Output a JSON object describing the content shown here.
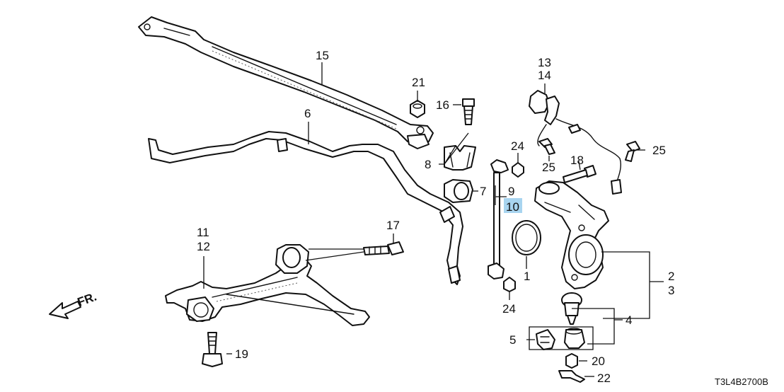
{
  "callouts": {
    "c1": "1",
    "c2": "2",
    "c3": "3",
    "c4": "4",
    "c5": "5",
    "c6": "6",
    "c7": "7",
    "c8": "8",
    "c9": "9",
    "c10": "10",
    "c11": "11",
    "c12": "12",
    "c13": "13",
    "c14": "14",
    "c15": "15",
    "c16": "16",
    "c17": "17",
    "c18": "18",
    "c19": "19",
    "c20": "20",
    "c21": "21",
    "c22": "22",
    "c24a": "24",
    "c24b": "24",
    "c25a": "25",
    "c25b": "25"
  },
  "highlighted_callout": "10",
  "highlight_color": "#a8d4ef",
  "front_direction": "FR.",
  "diagram_code": "T3L4B2700B"
}
